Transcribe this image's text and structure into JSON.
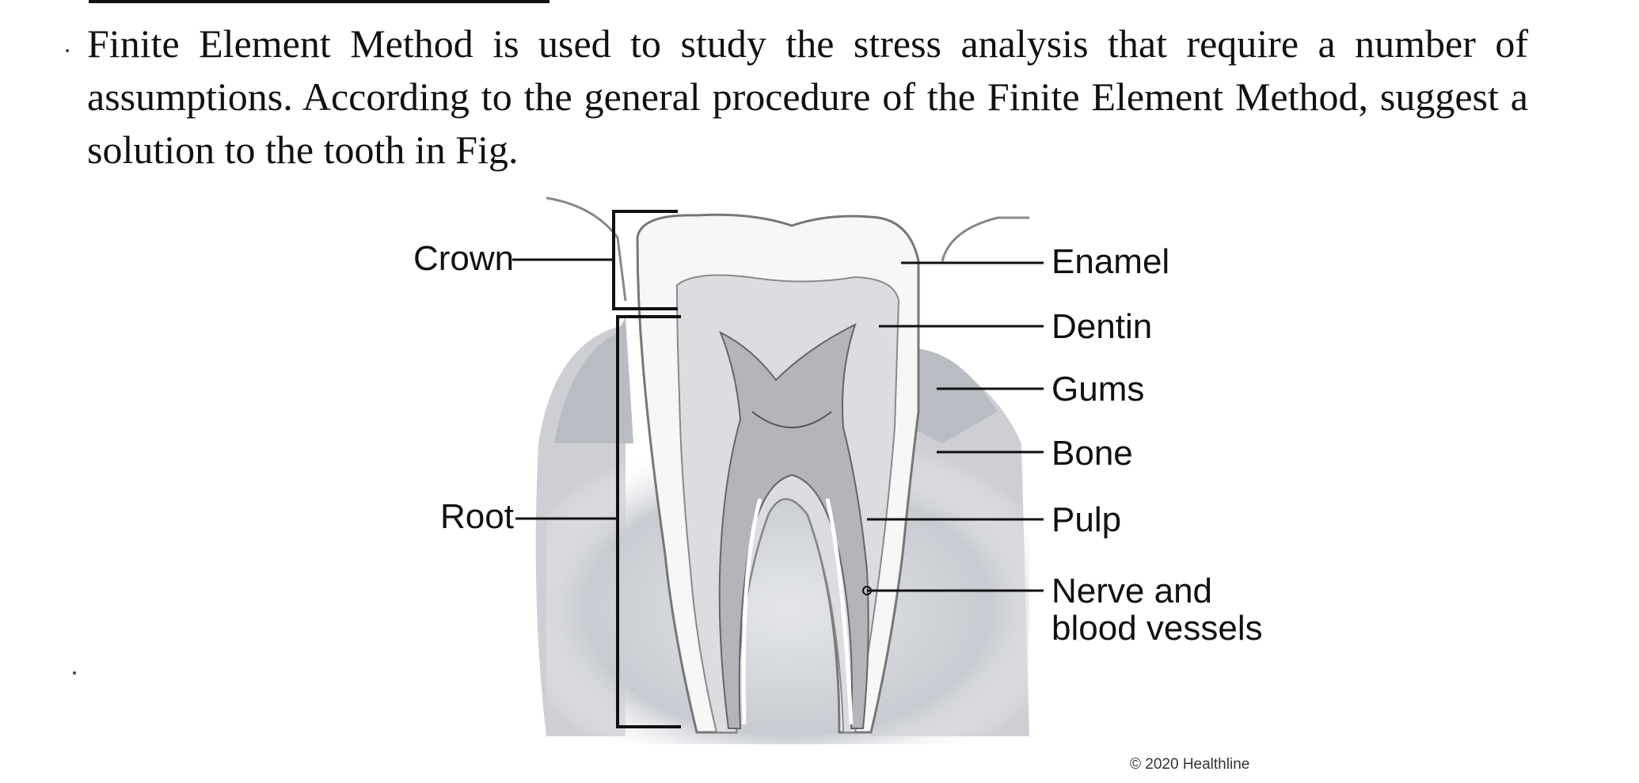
{
  "question": {
    "lines": [
      "Finite Element Method is used to study the stress analysis that require a number of",
      "assumptions. According to the general procedure of the Finite Element Method, suggest a",
      "solution to the tooth in Fig."
    ]
  },
  "figure": {
    "labels": {
      "crown": "Crown",
      "root": "Root",
      "enamel": "Enamel",
      "dentin": "Dentin",
      "gums": "Gums",
      "bone": "Bone",
      "pulp": "Pulp",
      "nerve_line1": "Nerve and",
      "nerve_line2": "blood vessels"
    },
    "copyright": "© 2020 Healthline"
  },
  "colors": {
    "text": "#111111",
    "bone": "#c9ccd3",
    "enamel": "#f6f6f6",
    "dentin": "#e0e1e4",
    "pulp": "#b4b6bc"
  }
}
